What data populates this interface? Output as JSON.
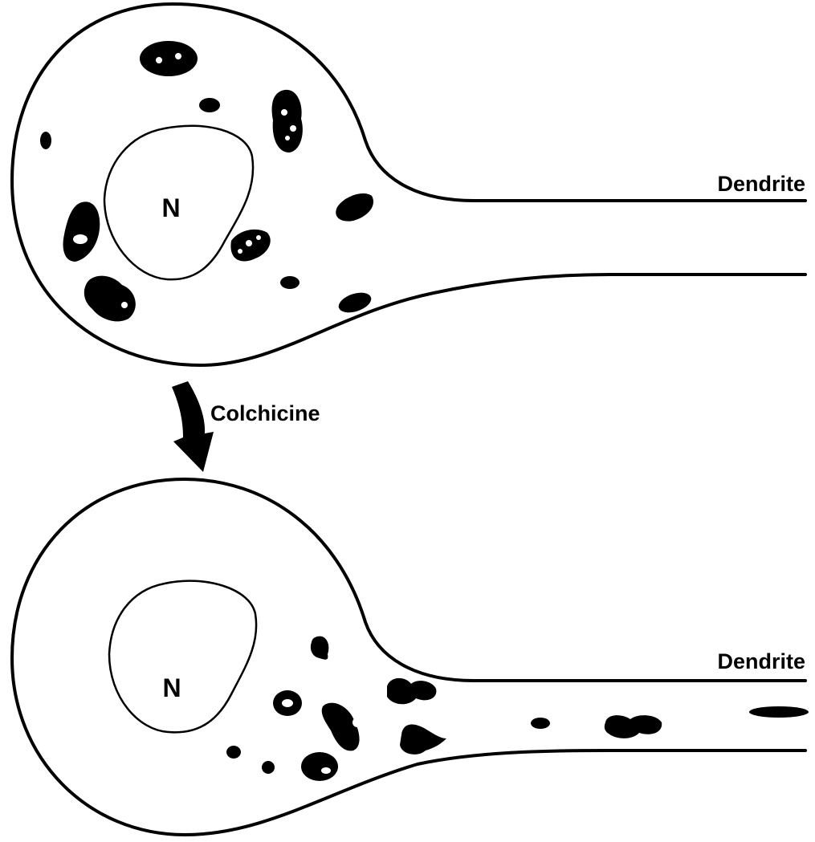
{
  "labels": {
    "top_dendrite": "Dendrite",
    "top_nucleus": "N",
    "arrow_label": "Colchicine",
    "bottom_dendrite": "Dendrite",
    "bottom_nucleus": "N"
  },
  "colors": {
    "ink": "#000000",
    "background": "#ffffff"
  }
}
